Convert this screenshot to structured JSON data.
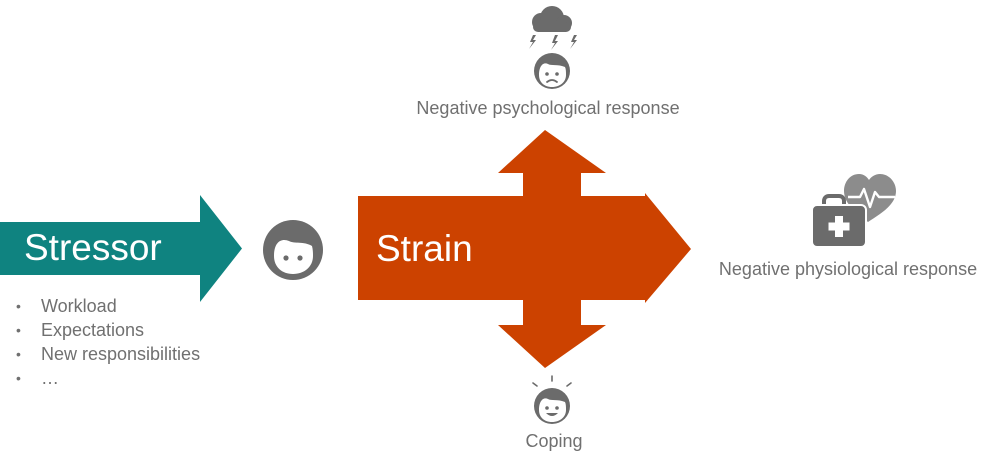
{
  "colors": {
    "stressor": "#0f8380",
    "strain": "#cc4200",
    "icon_gray": "#6b6b6b",
    "text_gray": "#707070"
  },
  "stressor": {
    "label": "Stressor",
    "items": [
      "Workload",
      "Expectations",
      "New responsibilities",
      "…"
    ],
    "bullet": "•"
  },
  "strain": {
    "label": "Strain"
  },
  "responses": {
    "psychological": "Negative psychological response",
    "physiological": "Negative physiological response",
    "coping": "Coping"
  },
  "icons": {
    "person": "neutral-face-icon",
    "psychological": "storm-cloud-sad-face-icon",
    "physiological": "medical-kit-heart-icon",
    "coping": "happy-face-icon"
  }
}
